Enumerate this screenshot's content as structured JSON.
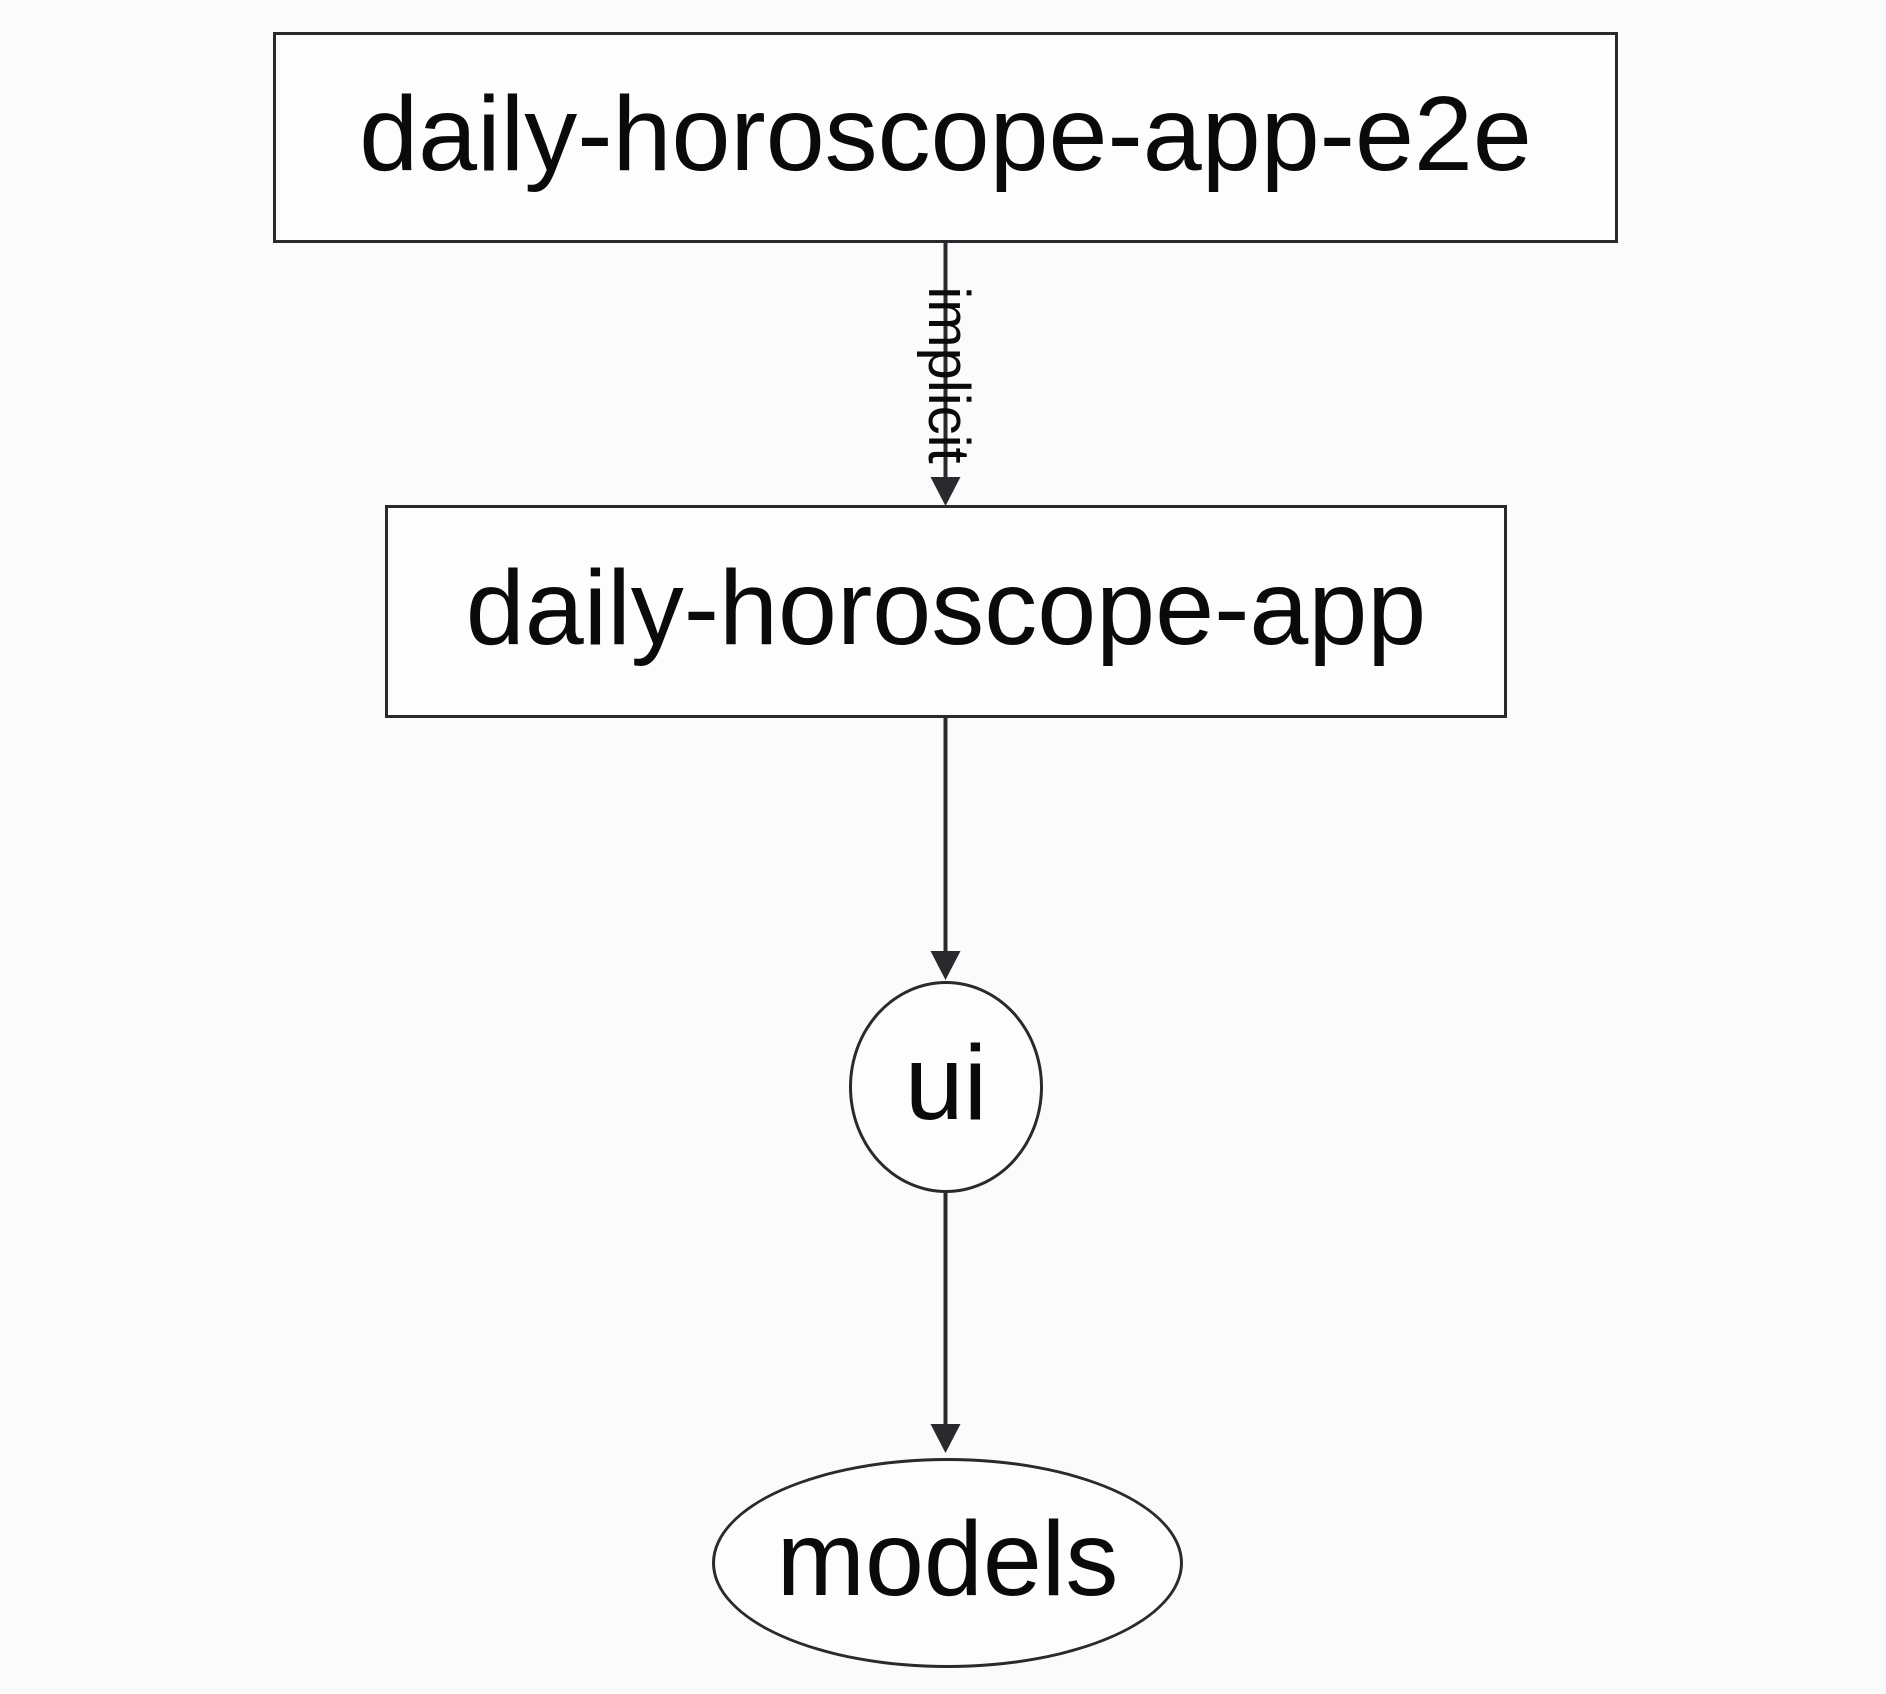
{
  "diagram": {
    "type": "project-dependency-graph",
    "nodes": [
      {
        "id": "daily-horoscope-app-e2e",
        "label": "daily-horoscope-app-e2e",
        "shape": "rectangle"
      },
      {
        "id": "daily-horoscope-app",
        "label": "daily-horoscope-app",
        "shape": "rectangle"
      },
      {
        "id": "ui",
        "label": "ui",
        "shape": "ellipse"
      },
      {
        "id": "models",
        "label": "models",
        "shape": "ellipse"
      }
    ],
    "edges": [
      {
        "from": "daily-horoscope-app-e2e",
        "to": "daily-horoscope-app",
        "label": "implicit",
        "label_rotation_deg": 90
      },
      {
        "from": "daily-horoscope-app",
        "to": "ui",
        "label": ""
      },
      {
        "from": "ui",
        "to": "models",
        "label": ""
      }
    ],
    "colors": {
      "background": "#fbfbfb",
      "node_fill": "#fdfdfd",
      "stroke": "#2a2a2e",
      "text": "#0a0a0a"
    }
  }
}
